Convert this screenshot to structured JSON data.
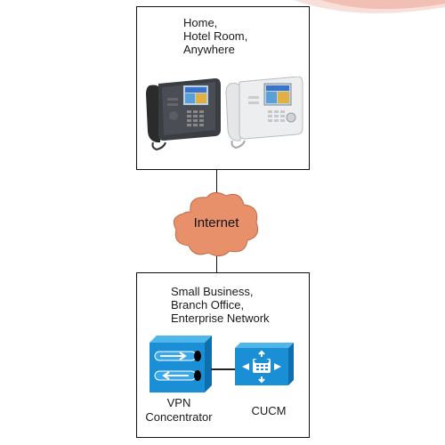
{
  "top_box": {
    "label": "Home,\nHotel Room,\nAnywhere",
    "icons": [
      "ip-phone-dark-icon",
      "ip-phone-white-icon"
    ]
  },
  "network": {
    "label": "Internet",
    "icon": "cloud-icon",
    "color": "#e8906a"
  },
  "bottom_box": {
    "label": "Small Business,\nBranch Office,\nEnterprise Network",
    "devices": [
      {
        "label": "VPN\nConcentrator",
        "icon": "vpn-concentrator-icon"
      },
      {
        "label": "CUCM",
        "icon": "cucm-server-icon"
      }
    ]
  },
  "colors": {
    "device_blue": "#1a8fd6",
    "border": "#111111",
    "cloud_fill": "#e8906a"
  }
}
